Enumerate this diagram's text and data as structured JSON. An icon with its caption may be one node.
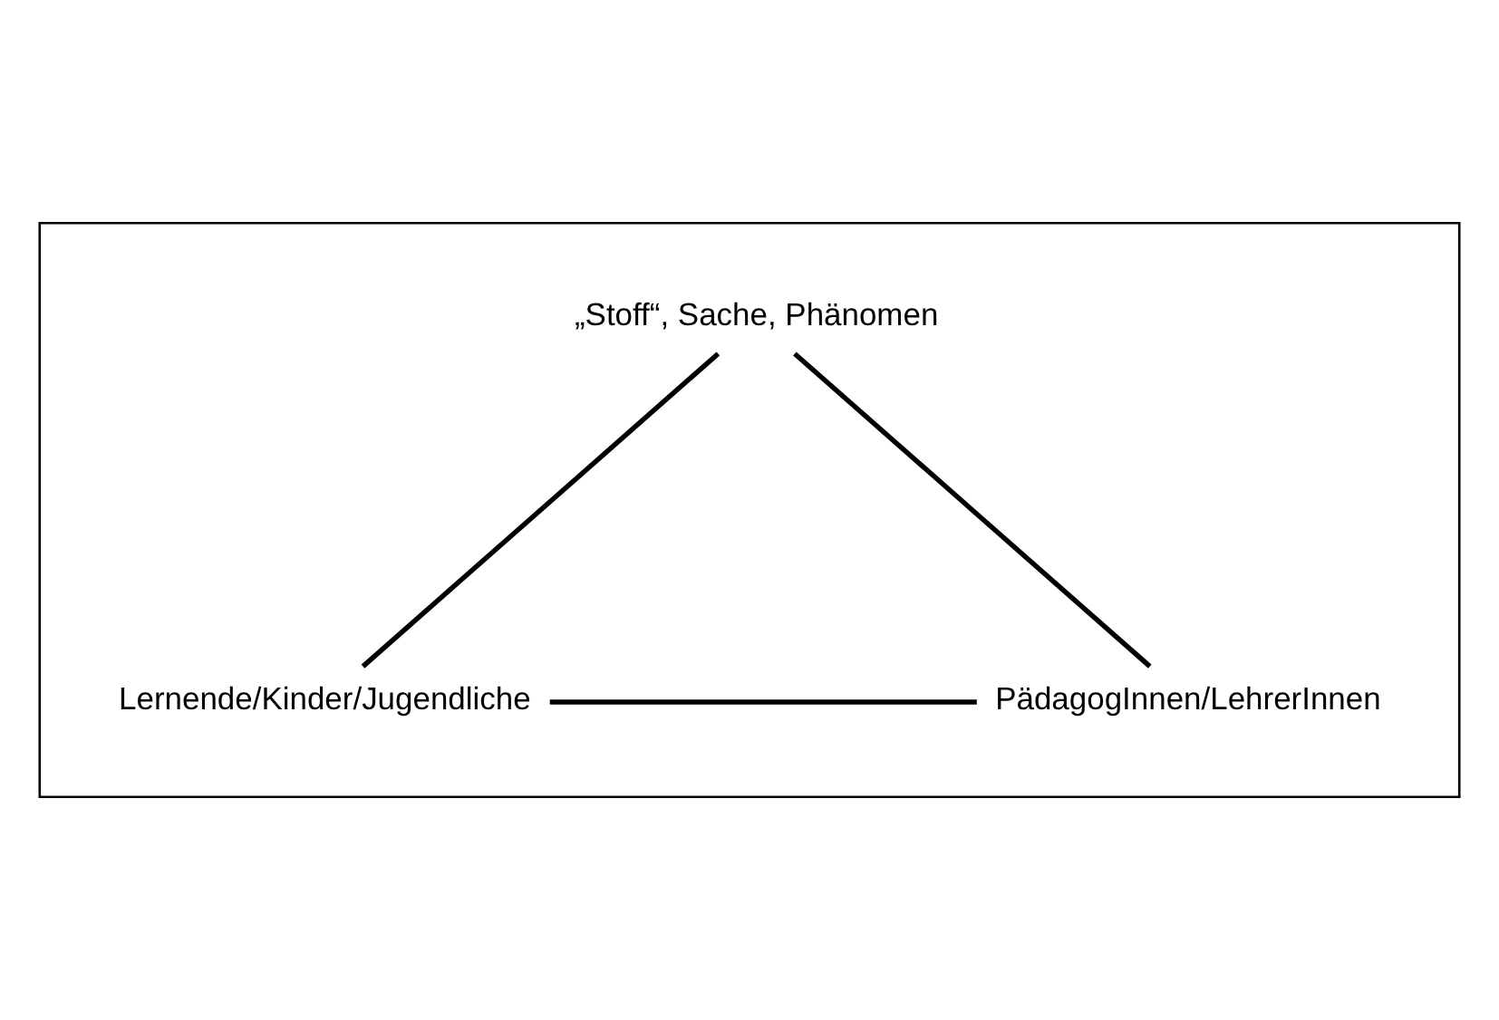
{
  "diagram": {
    "nodes": [
      {
        "text": [],
        "shape": "box"
      },
      {
        "text": [
          "„Stoff“, Sache, Phänomen"
        ],
        "in": 0
      },
      {
        "text": [
          "Lernende/Kinder/Jugendliche"
        ],
        "in": 0
      },
      {
        "text": [
          "PädagogInnen/LehrerInnen"
        ],
        "in": 0
      }
    ],
    "edges": [
      {
        "from": 1,
        "to": 2,
        "arrow": "none"
      },
      {
        "from": 1,
        "to": 3,
        "arrow": "none"
      },
      {
        "from": 2,
        "to": 3,
        "arrow": "none"
      }
    ]
  }
}
